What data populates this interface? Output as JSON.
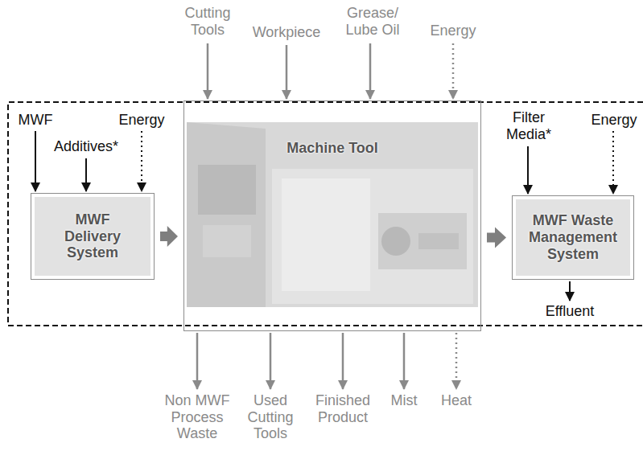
{
  "diagram": {
    "nodes": [
      {
        "text": [
          "MWF Delivery System"
        ]
      },
      {
        "text": [
          "Machine Tool"
        ]
      },
      {
        "text": [
          "MWF Waste Management System"
        ]
      }
    ],
    "edges": [
      {
        "from": 0,
        "to": 1,
        "arrow": "to"
      },
      {
        "from": 1,
        "to": 2,
        "arrow": "to"
      }
    ],
    "labels": [
      "Cutting Tools",
      "Workpiece",
      "Grease/ Lube Oil",
      "Energy",
      "MWF",
      "Energy",
      "Filter Media*",
      "Energy",
      "Additives*",
      "Effluent",
      "Non MWF Process Waste",
      "Used Cutting Tools",
      "Finished Product",
      "Mist",
      "Heat"
    ]
  }
}
